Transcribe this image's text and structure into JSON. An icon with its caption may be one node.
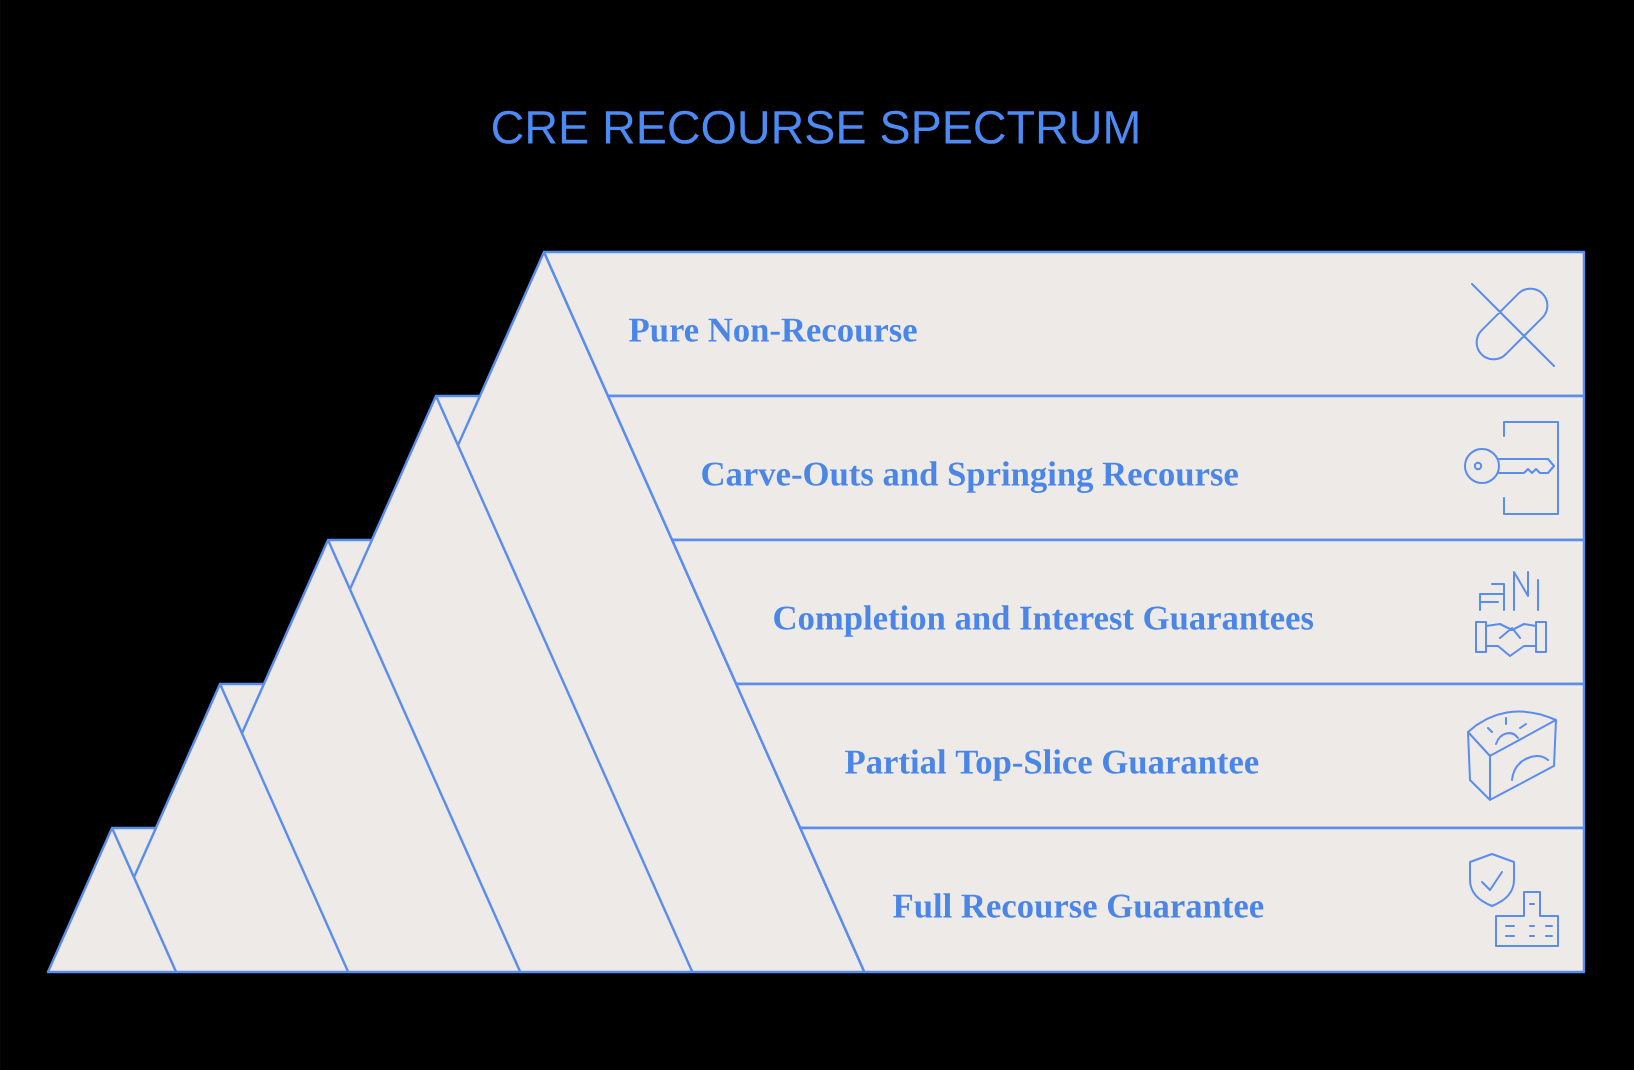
{
  "diagram": {
    "title": "CRE RECOURSE SPECTRUM",
    "nodes": [
      {
        "text": [
          "Pure Non-Recourse"
        ]
      },
      {
        "text": [
          "Carve-Outs and Springing Recourse"
        ]
      },
      {
        "text": [
          "Completion and Interest Guarantees"
        ]
      },
      {
        "text": [
          "Partial Top-Slice Guarantee"
        ]
      },
      {
        "text": [
          "Full Recourse Guarantee"
        ]
      }
    ]
  }
}
